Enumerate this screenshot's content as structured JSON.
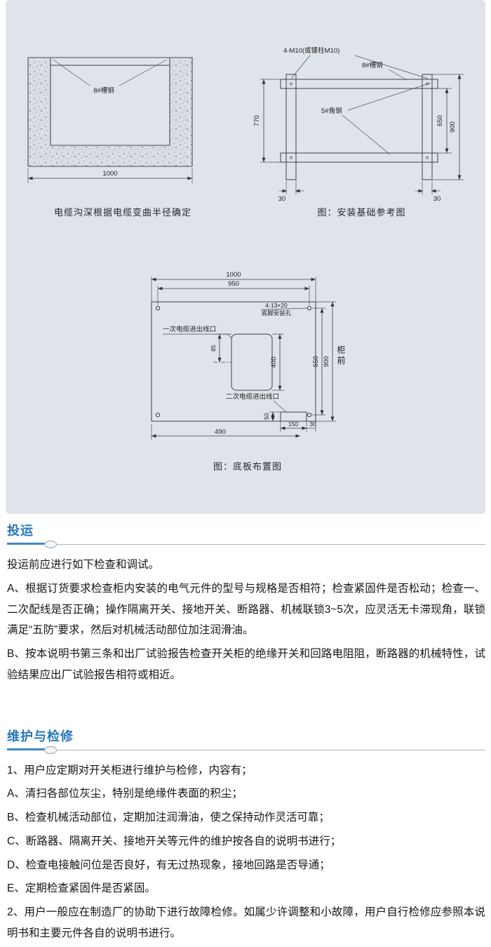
{
  "panel": {
    "trench": {
      "channel_label": "8#槽钢",
      "width_dim": "1000",
      "caption": "电缆沟深根据电缆变曲半径确定"
    },
    "foundation": {
      "bolt_label": "4-M10(或镙柱M10)",
      "channel_label": "8#槽钢",
      "angle_label": "5#角钢",
      "dim_left": "770",
      "dim_inner": "650",
      "dim_outer": "900",
      "dim_foot_left": "30",
      "dim_foot_right": "30",
      "caption": "图：安装基础参考图"
    },
    "baseplate": {
      "dim_top_outer": "1000",
      "dim_top_inner": "950",
      "holes_label_1": "4-13×20",
      "holes_label_2": "底脚安装孔",
      "primary_label": "一次电缆进出线口",
      "secondary_label": "二次电缆进出线口",
      "dim_opening_h": "400",
      "dim_offset": "85",
      "dim_notch_h": "50",
      "dim_notch_w": "150",
      "dim_notch_edge": "30",
      "dim_bottom": "490",
      "dim_right_inner": "650",
      "dim_right_outer": "900",
      "front_label": "柜前",
      "caption": "图：底板布置图"
    }
  },
  "sections": [
    {
      "title": "投运",
      "paragraphs": [
        "投运前应进行如下检查和调试。",
        "A、根据订货要求检查柜内安装的电气元件的型号与规格是否相符；检查紧固件是否松动；检查一、二次配线是否正确；操作隔离开关、接地开关、断路器、机械联锁3~5次，应灵活无卡滞现角，联锁满足“五防”要求，然后对机械活动部位加注润滑油。",
        "B、按本说明书第三条和出厂试验报告检查开关柜的绝缘开关和回路电阻阻，断路器的机械特性，试验结果应出厂试验报告相符或相近。"
      ]
    },
    {
      "title": "维护与检修",
      "paragraphs": [
        "1、用户应定期对开关柜进行维护与检修，内容有；",
        "A、清扫各部位灰尘，特别是绝缘件表面的积尘；",
        "B、检查机械活动部位，定期加注润滑油，使之保持动作灵活可靠；",
        "C、断路器、隔离开关、接地开关等元件的维护按各自的说明书进行；",
        "D、检查电接触问位是否良好，有无过热现象，接地回路是否导通；",
        "E、定期检查紧固件是否紧固。",
        "2、用户一般应在制造厂的协助下进行故障检修。如属少许调整和小故障，用户自行检修应参照本说明书和主要元件各自的说明书进行。"
      ]
    }
  ]
}
